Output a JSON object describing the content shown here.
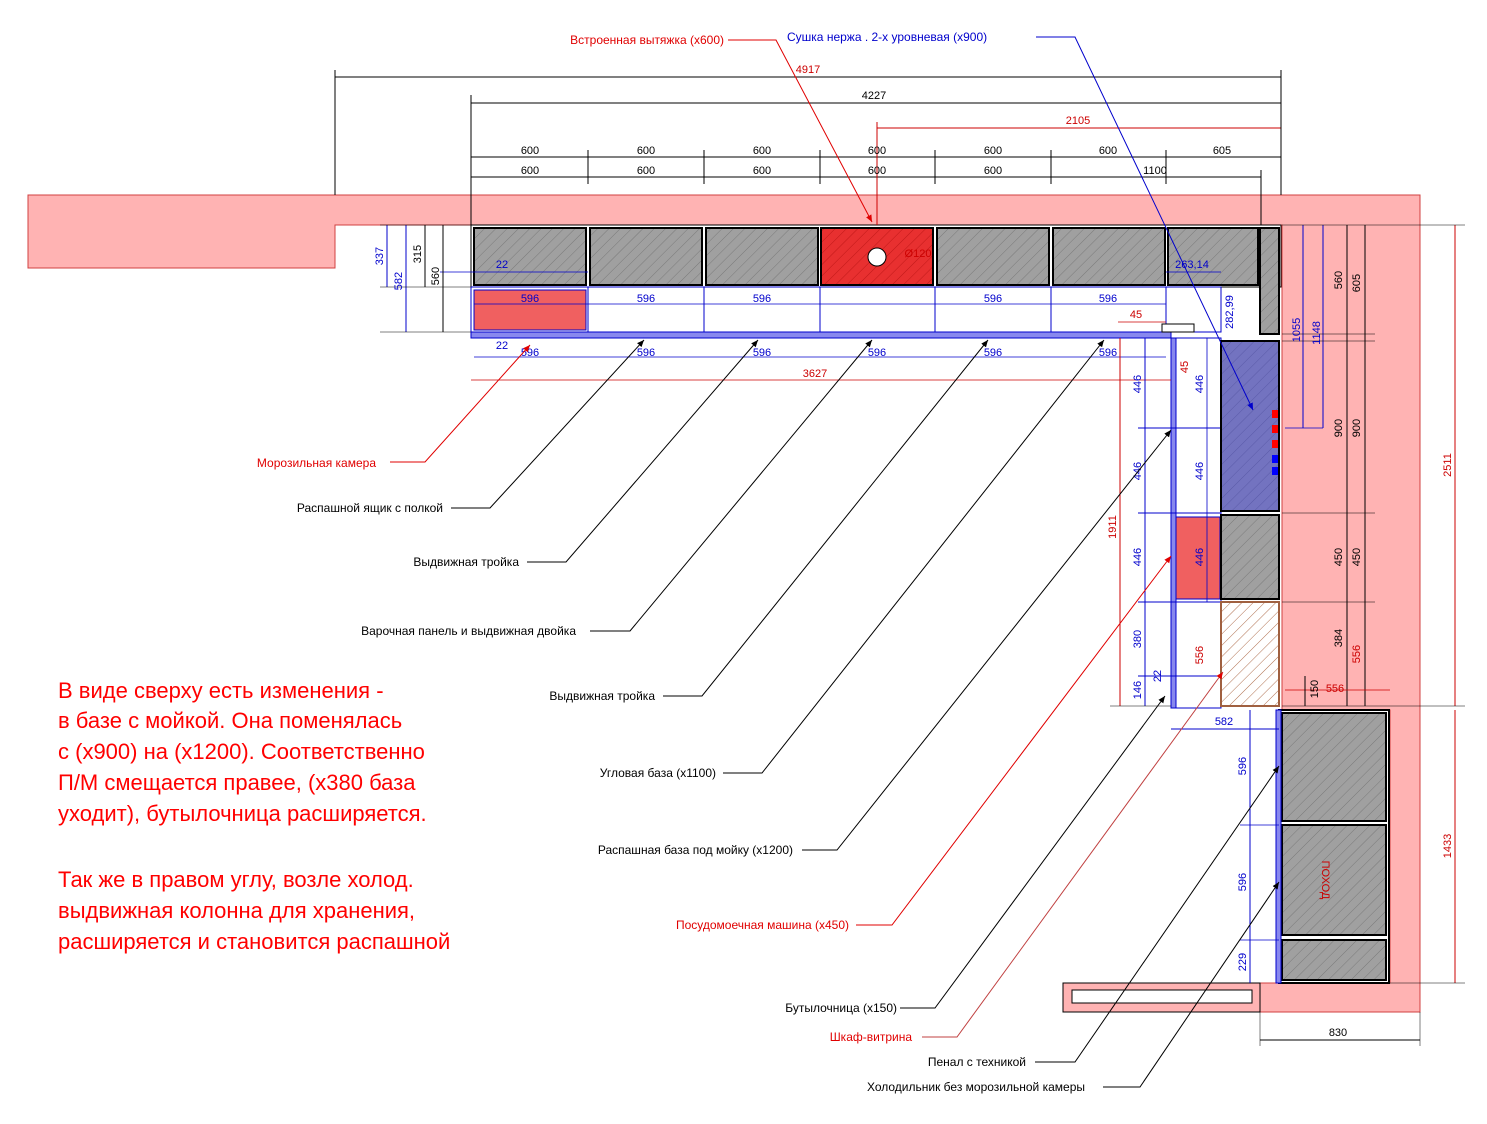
{
  "labels": {
    "hood": "Встроенная вытяжка  (х600)",
    "dryer": "Сушка нержа . 2-х уровневая  (х900)",
    "freezer": "Морозильная камера",
    "swing_drawer": "Распашной ящик с полкой",
    "pullout_triple_1": "Выдвижная тройка",
    "hob": "Варочная панель и выдвижная двойка",
    "pullout_triple_2": "Выдвижная тройка",
    "corner_base": "Угловая база  (х1100)",
    "sink_base": "Распашная база под мойку   (х1200)",
    "dishwasher": "Посудомоечная машина   (х450)",
    "bottle": "Бутылочница  (х150)",
    "showcase": "Шкаф-витрина",
    "appliance_column": "Пенал с техникой",
    "fridge": "Холодильник без морозильной камеры"
  },
  "notes": {
    "paragraph1": [
      "В виде сверху есть изменения -",
      "в базе с мойкой. Она поменялась",
      "с (х900) на (х1200). Соответственно",
      "П/М смещается правее, (х380 база",
      "уходит), бутылочница расширяется."
    ],
    "paragraph2": [
      "Так же в правом углу, возле холод.",
      "выдвижная колонна для хранения,",
      "расширяется и становится распашной"
    ]
  },
  "dimensions": {
    "top": {
      "d4917": "4917",
      "d4227": "4227",
      "d2105": "2105",
      "row1": [
        "600",
        "600",
        "600",
        "600",
        "600",
        "600",
        "605"
      ],
      "row2": [
        "600",
        "600",
        "600",
        "600",
        "600",
        "1100"
      ]
    },
    "upper_inner": [
      "596",
      "596",
      "596",
      "596",
      "596"
    ],
    "lower_inner": [
      "596",
      "596",
      "596",
      "596",
      "596",
      "596"
    ],
    "d3627": "3627",
    "d22a": "22",
    "d22b": "22",
    "d263": "263,14",
    "d45a": "45",
    "d45b": "45",
    "d282": "282,99",
    "d120": "Ø120",
    "left": {
      "d337": "337",
      "d582": "582",
      "d315": "315",
      "d560": "560"
    },
    "right_inner": {
      "d1055": "1055",
      "d1148": "1148"
    },
    "right": {
      "d560": "560",
      "d605": "605",
      "d900a": "900",
      "d900b": "900",
      "d450a": "450",
      "d450b": "450",
      "d384": "384",
      "d556": "556",
      "d2511": "2511",
      "d1433": "1433",
      "d150": "150",
      "d556h": "556"
    },
    "column": {
      "d446a": "446",
      "d446b": "446",
      "d446c": "446",
      "d380": "380",
      "d146": "146",
      "d22": "22",
      "d1911": "1911",
      "d446d": "446",
      "d446e": "446",
      "d446f": "446",
      "d556": "556"
    },
    "bottom": {
      "d582": "582",
      "d596a": "596",
      "d596b": "596",
      "d229": "229",
      "d830": "830"
    },
    "pohod": "ПОХОД"
  },
  "colors": {
    "wall": "#ffb3b3",
    "red": "#ff0000",
    "blue": "#0000cc",
    "gray": "#999999",
    "dark_red": "#cc0000"
  }
}
